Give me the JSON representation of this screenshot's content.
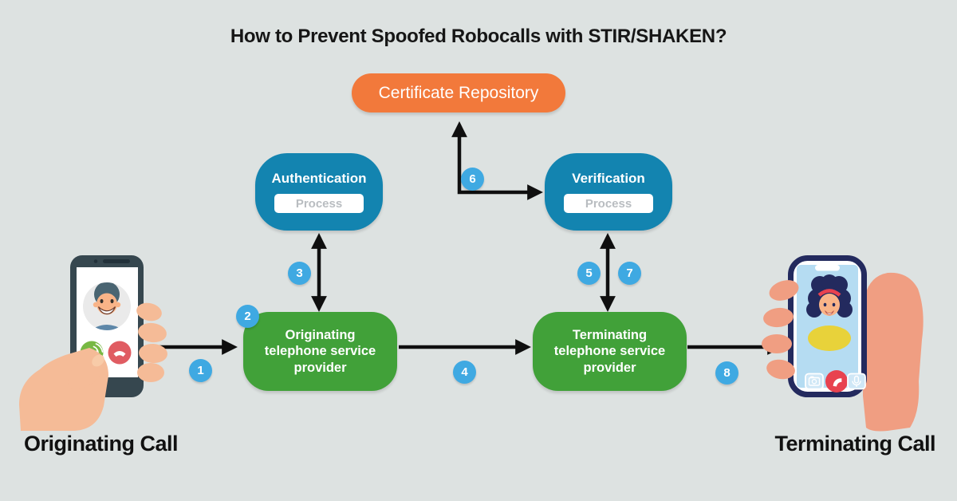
{
  "title": "How to Prevent Spoofed Robocalls with STIR/SHAKEN?",
  "diagram": {
    "certificate_repository": {
      "label": "Certificate Repository"
    },
    "authentication": {
      "title": "Authentication",
      "process_label": "Process"
    },
    "verification": {
      "title": "Verification",
      "process_label": "Process"
    },
    "originating_provider": {
      "label": "Originating\ntelephone service\nprovider"
    },
    "terminating_provider": {
      "label": "Terminating\ntelephone service\nprovider"
    },
    "steps": [
      "1",
      "2",
      "3",
      "4",
      "5",
      "6",
      "7",
      "8"
    ]
  },
  "phones": {
    "originating_label": "Originating Call",
    "terminating_label": "Terminating Call"
  },
  "colors": {
    "background": "#dde2e1",
    "orange": "#f2793b",
    "blue": "#1384b0",
    "green": "#41a139",
    "badge_blue": "#3fa9e2",
    "arrow_black": "#0f0f0f",
    "process_text": "#b9bdc1",
    "phone_dark": "#36474f",
    "skin_left": "#f5bb97",
    "skin_right": "#f09e82",
    "navy": "#232a5e",
    "screen_blue": "#b5dcf2"
  }
}
